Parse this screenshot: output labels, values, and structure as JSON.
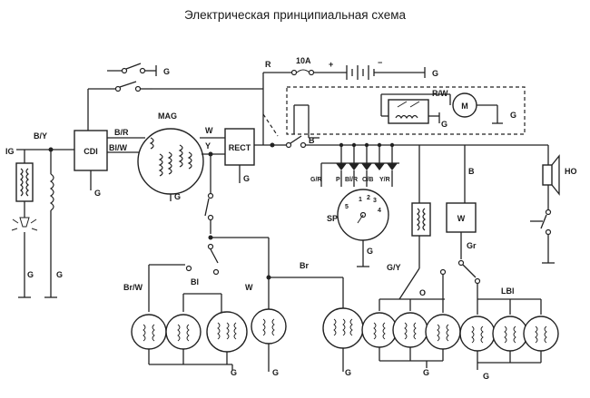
{
  "title": "Электрическая принципиальная схема",
  "labels": {
    "ig": "IG",
    "by": "B/Y",
    "cdi": "CDI",
    "br": "B/R",
    "blw": "Bl/W",
    "mag": "MAG",
    "w_top": "W",
    "y": "Y",
    "rect": "RECT",
    "r": "R",
    "fuse": "10A",
    "plus": "+",
    "minus": "−",
    "rw": "R/W",
    "m": "M",
    "b_sw": "B",
    "gr_d": "G/R",
    "p_d": "P",
    "bb_d": "Bl/R",
    "ob_d": "O/B",
    "yr_d": "Y/R",
    "sp": "SP",
    "sp1": "1",
    "sp2": "2",
    "sp3": "3",
    "sp4": "4",
    "sp5": "5",
    "b_right": "B",
    "ho": "HO",
    "w_right": "W",
    "gr_right": "Gr",
    "lb": "LBl",
    "brw": "Br/W",
    "bl": "Bl",
    "w_lamp": "W",
    "br_bus": "Br",
    "gy": "G/Y",
    "o": "O",
    "g": "G"
  },
  "components": [
    "ignition-switch",
    "cdi-unit",
    "magneto",
    "rectifier",
    "fuse",
    "battery",
    "starter-relay",
    "starter-motor",
    "gear-position-indicator",
    "diodes",
    "horn",
    "flasher-relay",
    "turn-switch",
    "lamps"
  ]
}
